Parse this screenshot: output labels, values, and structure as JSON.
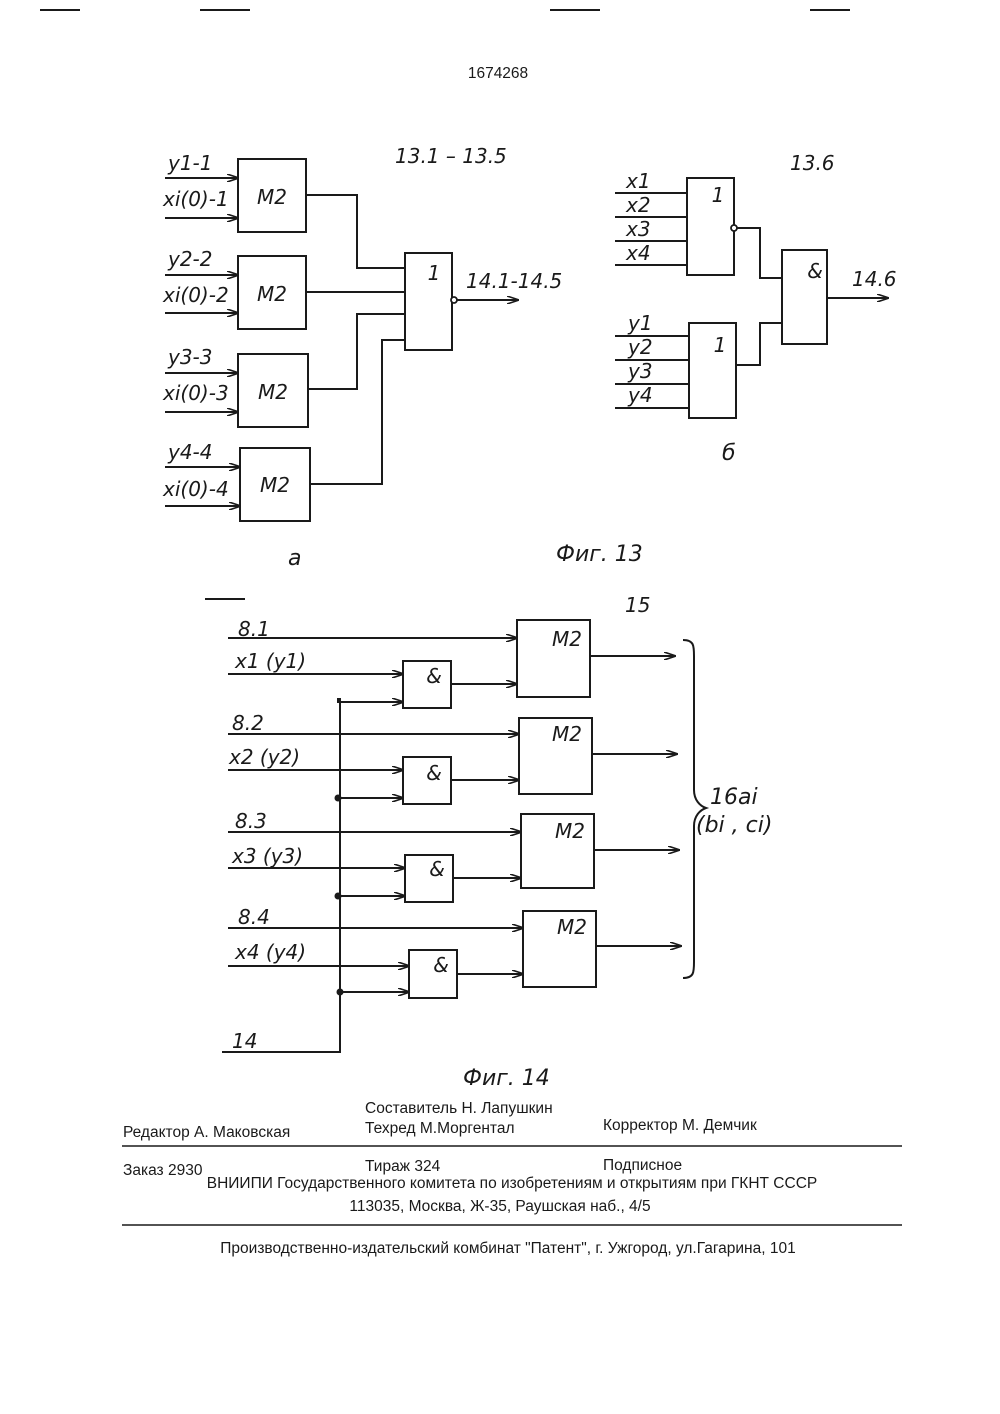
{
  "header": {
    "patent_number": "1674268"
  },
  "fig13": {
    "caption": "Фиг. 13",
    "part_a": {
      "label": "а",
      "group_label": "13.1 – 13.5",
      "xor_blocks": [
        {
          "text": "M2",
          "in1": "у1-1",
          "in2": "xi(0)-1"
        },
        {
          "text": "M2",
          "in1": "у2-2",
          "in2": "xi(0)-2"
        },
        {
          "text": "M2",
          "in1": "у3-3",
          "in2": "xi(0)-3"
        },
        {
          "text": "M2",
          "in1": "у4-4",
          "in2": "xi(0)-4"
        }
      ],
      "or_block": {
        "text": "1"
      },
      "output": "14.1-14.5"
    },
    "part_b": {
      "label": "б",
      "group_label": "13.6",
      "or_top": {
        "text": "1",
        "inputs": [
          "x1",
          "x2",
          "x3",
          "x4"
        ]
      },
      "or_bottom": {
        "text": "1",
        "inputs": [
          "у1",
          "у2",
          "у3",
          "у4"
        ]
      },
      "and_block": {
        "text": "&"
      },
      "output": "14.6"
    }
  },
  "fig14": {
    "caption": "Фиг. 14",
    "group_label": "15",
    "rows": [
      {
        "in_b": "8.1",
        "in_x": "x1 (у1)",
        "and_text": "&",
        "xor_text": "M2"
      },
      {
        "in_b": "8.2",
        "in_x": "x2 (у2)",
        "and_text": "&",
        "xor_text": "M2"
      },
      {
        "in_b": "8.3",
        "in_x": "x3 (у3)",
        "and_text": "&",
        "xor_text": "M2"
      },
      {
        "in_b": "8.4",
        "in_x": "x4 (у4)",
        "and_text": "&",
        "xor_text": "M2"
      }
    ],
    "common_input": "14",
    "output_label_1": "16ai",
    "output_label_2": "(bi , ci)"
  },
  "footer": {
    "editor": "Редактор  А. Маковская",
    "composer": "Составитель  Н. Лапушкин",
    "techred": "Техред М.Моргентал",
    "corrector": "Корректор М. Демчик",
    "order": "Заказ    2930",
    "circulation": "Тираж   324",
    "subscription": "Подписное",
    "institute": "ВНИИПИ Государственного комитета по изобретениям и открытиям при ГКНТ СССР",
    "address": "113035, Москва, Ж-35, Раушская наб., 4/5",
    "publisher": "Производственно-издательский комбинат \"Патент\", г. Ужгород, ул.Гагарина, 101"
  }
}
